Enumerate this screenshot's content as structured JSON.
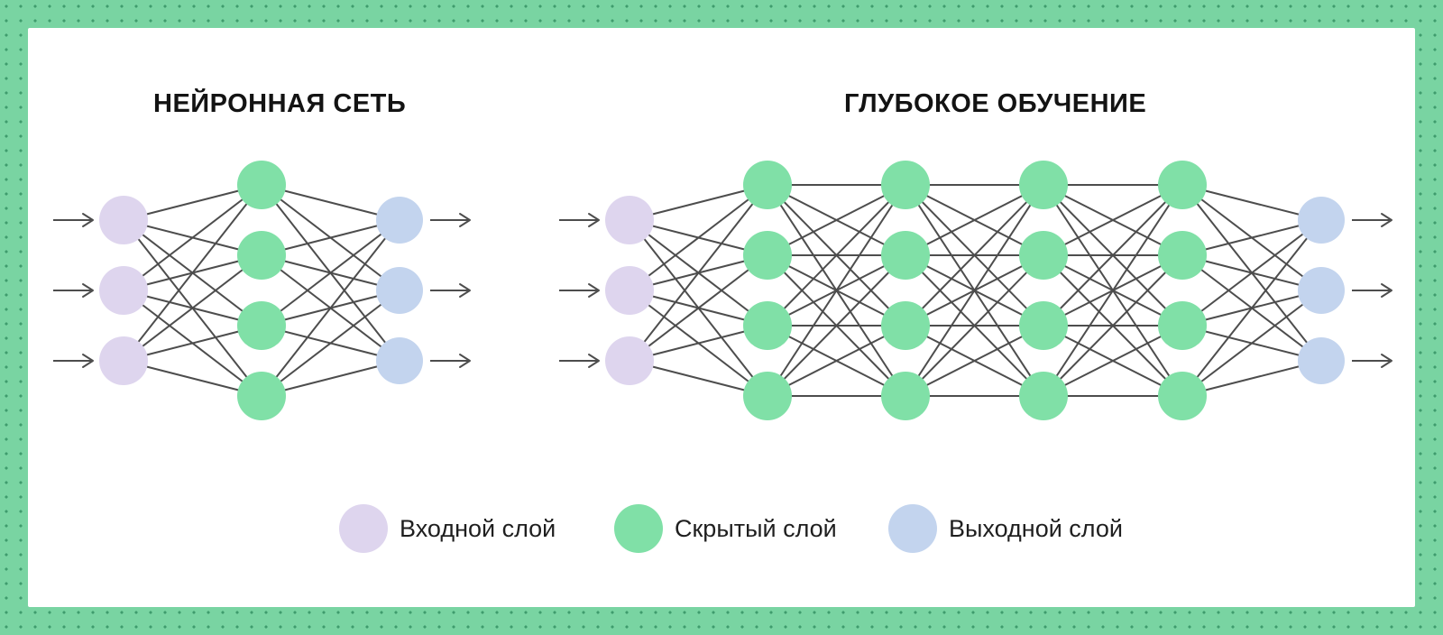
{
  "colors": {
    "background": "#79d4a2",
    "background_dot": "#3f9c6d",
    "card": "#ffffff",
    "input_node": "#ded5ee",
    "hidden_node": "#80e0a7",
    "output_node": "#c3d4ee",
    "connection_line": "#4d4d4d",
    "arrow": "#4d4d4d",
    "title_text": "#131313",
    "legend_text": "#1f1f1f"
  },
  "diagrams": [
    {
      "id": "neural-network",
      "title": "НЕЙРОННАЯ СЕТЬ",
      "layers": [
        {
          "role": "input",
          "count": 3
        },
        {
          "role": "hidden",
          "count": 4
        },
        {
          "role": "output",
          "count": 3
        }
      ],
      "input_arrows": 3,
      "output_arrows": 3
    },
    {
      "id": "deep-learning",
      "title": "ГЛУБОКОЕ ОБУЧЕНИЕ",
      "layers": [
        {
          "role": "input",
          "count": 3
        },
        {
          "role": "hidden",
          "count": 4
        },
        {
          "role": "hidden",
          "count": 4
        },
        {
          "role": "hidden",
          "count": 4
        },
        {
          "role": "hidden",
          "count": 4
        },
        {
          "role": "output",
          "count": 3
        }
      ],
      "input_arrows": 3,
      "output_arrows": 3
    }
  ],
  "legend": [
    {
      "label": "Входной слой",
      "role": "input"
    },
    {
      "label": "Скрытый слой",
      "role": "hidden"
    },
    {
      "label": "Выходной слой",
      "role": "output"
    }
  ]
}
